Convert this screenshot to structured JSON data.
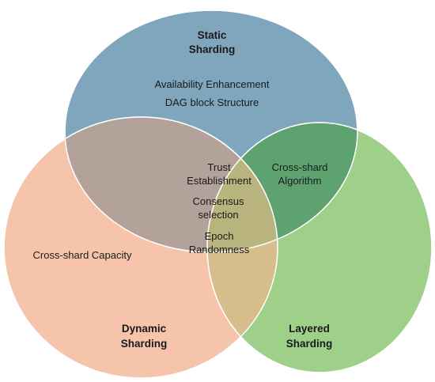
{
  "colors": {
    "static": "#7fa6bd",
    "dynamic": "#f6c4ab",
    "layered": "#9fd08a",
    "static_dynamic": "#b3a29a",
    "static_layered": "#5ea36f",
    "dynamic_layered": "#d6bd8b",
    "all_three": "#b9b47e"
  },
  "sets": {
    "static": {
      "title_line1": "Static",
      "title_line2": "Sharding",
      "items": [
        "Availability Enhancement",
        "DAG block Structure"
      ]
    },
    "dynamic": {
      "title_line1": "Dynamic",
      "title_line2": "Sharding",
      "items": [
        "Cross-shard Capacity"
      ]
    },
    "layered": {
      "title_line1": "Layered",
      "title_line2": "Sharding",
      "items": []
    }
  },
  "overlaps": {
    "static_layered": {
      "line1": "Cross-shard",
      "line2": "Algorithm"
    },
    "center": [
      {
        "line1": "Trust",
        "line2": "Establishment"
      },
      {
        "line1": "Consensus",
        "line2": "selection"
      },
      {
        "line1": "Epoch",
        "line2": "Randomness"
      }
    ]
  }
}
